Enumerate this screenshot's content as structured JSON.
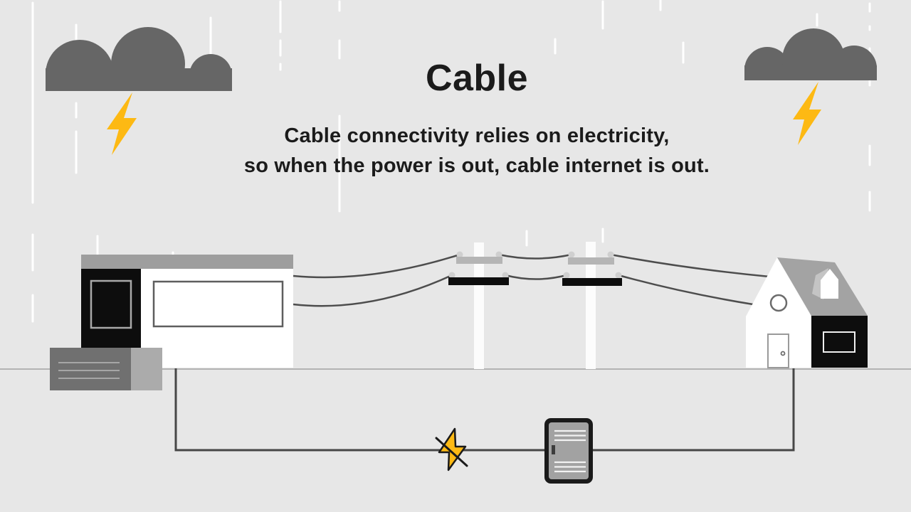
{
  "header": {
    "title": "Cable",
    "subtitle_line1": "Cable connectivity relies on electricity,",
    "subtitle_line2": "so when the power is out, cable internet is out."
  },
  "scene": {
    "storm_cloud_left": "storm-cloud-with-lightning-icon",
    "storm_cloud_right": "storm-cloud-with-lightning-icon",
    "isp_building": "cable-provider-building",
    "utility_pole_count": 2,
    "house": "subscriber-house",
    "modem": "cable-modem-icon",
    "power_outage": "slashed-lightning-bolt-icon"
  },
  "colors": {
    "background": "#e7e7e7",
    "ink": "#1b1b1b",
    "cloud": "#666666",
    "lightning": "#fdb913",
    "rain": "#ffffff",
    "cable": "#4d4d4d",
    "cable_dark": "#474747",
    "ground": "#b3b3b3",
    "pole": "#fcfcfc",
    "crossarm_gray": "#b5b5b5",
    "crossarm_black": "#0d0d0d",
    "insulator": "#cfcfcf",
    "building_roof": "#9e9e9e",
    "building_dark": "#0d0d0d",
    "building_light": "#ffffff",
    "window_outline": "#a9a9a9",
    "sign_outline": "#5e5e5e",
    "annex_dark": "#707070",
    "annex_light": "#ababab",
    "annex_lines": "#a6a6a6",
    "house_wall": "#ffffff",
    "house_roof": "#a3a3a3",
    "house_dark": "#0d0d0d",
    "dormer_shade": "#c4c4c4",
    "door_outline": "#9a9a9a",
    "outline_soft": "#6b6b6b",
    "vent_white": "#efefef",
    "modem_frame": "#1a1a1a",
    "modem_body": "#a2a2a2",
    "modem_vent": "#f2f2f2",
    "modem_dash": "#3c3c3c",
    "outage_outline": "#1a1a1a"
  }
}
